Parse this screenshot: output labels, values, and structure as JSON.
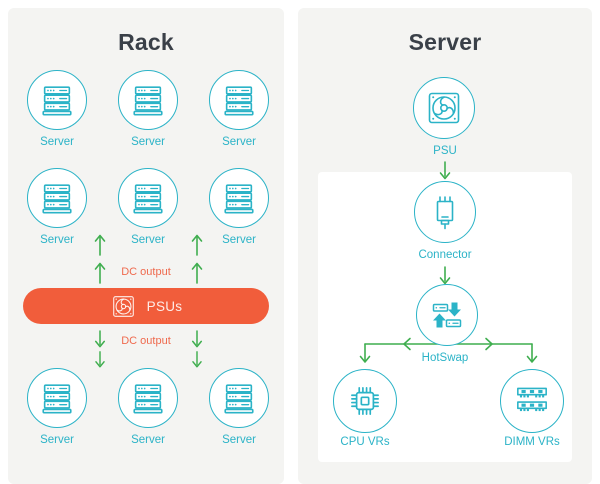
{
  "colors": {
    "teal": "#2bb3c7",
    "green": "#3fae4f",
    "orange": "#f15d3b",
    "orange_text": "#ef6a4e",
    "title": "#3a4048",
    "panel_bg": "#f4f4f2",
    "node_fill": "#ffffff"
  },
  "rack": {
    "title": "Rack",
    "servers": [
      "Server",
      "Server",
      "Server",
      "Server",
      "Server",
      "Server",
      "Server",
      "Server",
      "Server"
    ],
    "dc_output_top": "DC output",
    "dc_output_bottom": "DC output",
    "psus_label": "PSUs"
  },
  "server": {
    "title": "Server",
    "psu_label": "PSU",
    "connector_label": "Connector",
    "hotswap_label": "HotSwap",
    "cpu_vrs_label": "CPU VRs",
    "dimm_vrs_label": "DIMM VRs"
  },
  "icons": {
    "server-icon": "stacked rack server",
    "psu-fan-icon": "power supply unit with fan",
    "connector-icon": "power connector plug",
    "hotswap-icon": "hot-swap up/down arrows with modules",
    "cpu-icon": "processor chip",
    "dimm-icon": "memory modules",
    "arrow-up-icon": "green arrow up",
    "arrow-down-icon": "green arrow down",
    "branch-arrows-icon": "green split arrows left and right"
  }
}
